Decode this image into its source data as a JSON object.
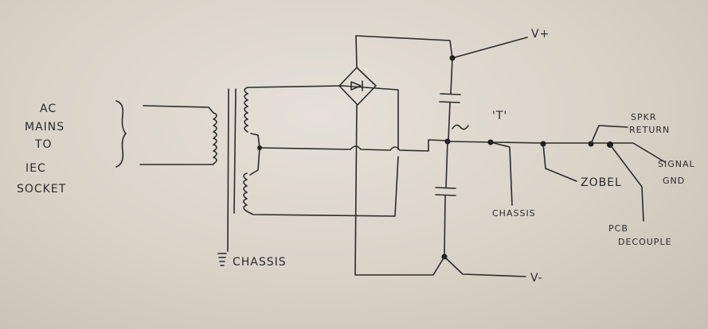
{
  "labels": {
    "ac_line1": "AC",
    "ac_line2": "MAINS",
    "ac_line3": "TO",
    "ac_line4": "IEC",
    "ac_line5": "SOCKET",
    "vplus": "V+",
    "vminus": "V-",
    "t_mark": "'T'",
    "chassis_transformer": "CHASSIS",
    "chassis_star": "CHASSIS",
    "spkr_line1": "SPKR",
    "spkr_line2": "RETURN",
    "signal_line1": "SIGNAL",
    "signal_line2": "GND",
    "zobel": "ZOBEL",
    "pcb_line1": "PCB",
    "pcb_line2": "DECOUPLE"
  },
  "colors": {
    "ink": "#2b2b2b",
    "paper": "#e2ddd4"
  }
}
